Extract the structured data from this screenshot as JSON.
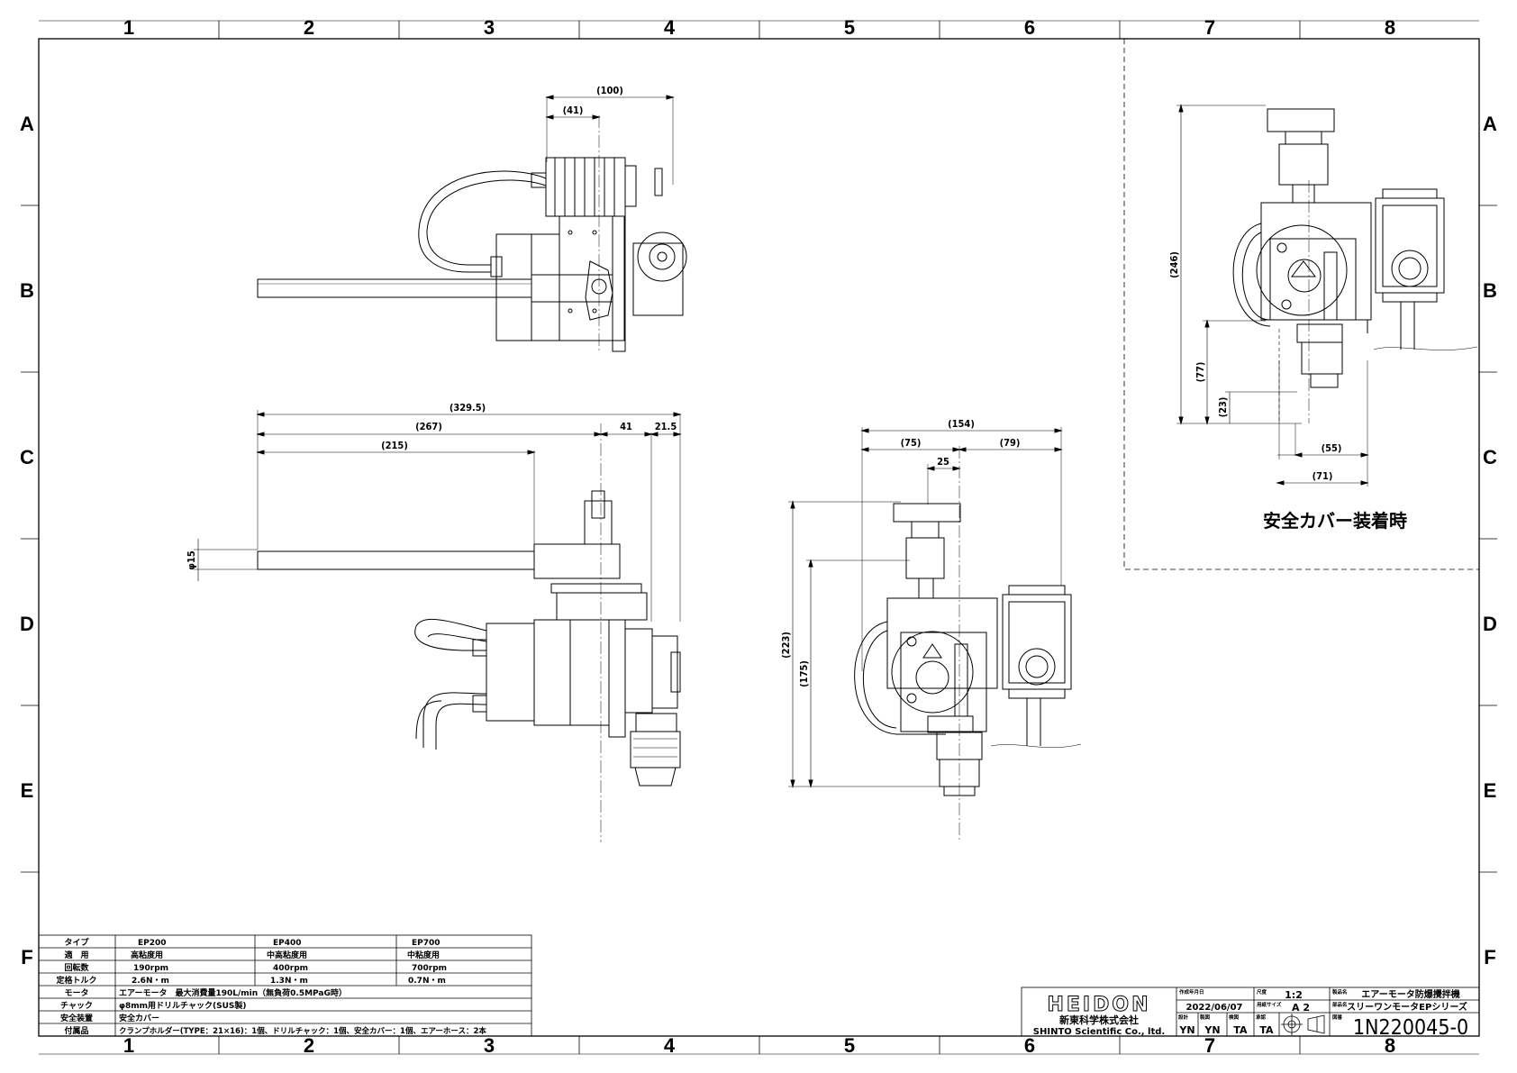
{
  "zones": {
    "columns": [
      "1",
      "2",
      "3",
      "4",
      "5",
      "6",
      "7",
      "8"
    ],
    "rows": [
      "A",
      "B",
      "C",
      "D",
      "E",
      "F"
    ]
  },
  "dimensions": {
    "top_view": {
      "d100": "(100)",
      "d41": "(41)"
    },
    "front_view": {
      "d329": "(329.5)",
      "d267": "(267)",
      "d215": "(215)",
      "d41": "41",
      "d21": "21.5",
      "phi15": "φ15"
    },
    "side_view": {
      "d154": "(154)",
      "d75": "(75)",
      "d79": "(79)",
      "d25": "25",
      "d223": "(223)",
      "d175": "(175)"
    },
    "cover_view": {
      "d246": "(246)",
      "d77": "(77)",
      "d23": "(23)",
      "d55": "(55)",
      "d71": "(71)"
    }
  },
  "cover_caption": "安全カバー装着時",
  "spec_table": {
    "rows": [
      [
        "タイプ",
        "EP200",
        "EP400",
        "EP700"
      ],
      [
        "適　用",
        "高粘度用",
        "中高粘度用",
        "中粘度用"
      ],
      [
        "回転数",
        "190rpm",
        "400rpm",
        "700rpm"
      ],
      [
        "定格トルク",
        "2.6N・m",
        "1.3N・m",
        "0.7N・m"
      ],
      [
        "モータ",
        "エアーモータ　最大消費量190L/min（無負荷0.5MPaG時）"
      ],
      [
        "チャック",
        "φ8mm用ドリルチャック(SUS製)"
      ],
      [
        "安全装置",
        "安全カバー"
      ],
      [
        "付属品",
        "クランプホルダー(TYPE：21×16)：1個、ドリルチャック：1個、安全カバー：1個、エアーホース：2本"
      ]
    ]
  },
  "title_block": {
    "logo": "HEIDON",
    "company_jp": "新東科学株式会社",
    "company_en": "SHINTO Scientific Co., ltd.",
    "created_label": "作成年月日",
    "created_date": "2022/06/07",
    "scale_label": "尺度",
    "scale": "1:2",
    "paper_label": "用紙サイズ",
    "paper": "A 2",
    "name_label": "製品名",
    "name": "エアーモータ防爆攪拌機",
    "part_label": "部品名",
    "part": "スリーワンモータEPシリーズ",
    "design_label": "設計",
    "design": "YN",
    "draw_label": "製図",
    "draw": "YN",
    "check_label": "検図",
    "check": "TA",
    "approve_label": "承認",
    "approve": "TA",
    "number_label": "図番",
    "number": "1N220045-0"
  }
}
